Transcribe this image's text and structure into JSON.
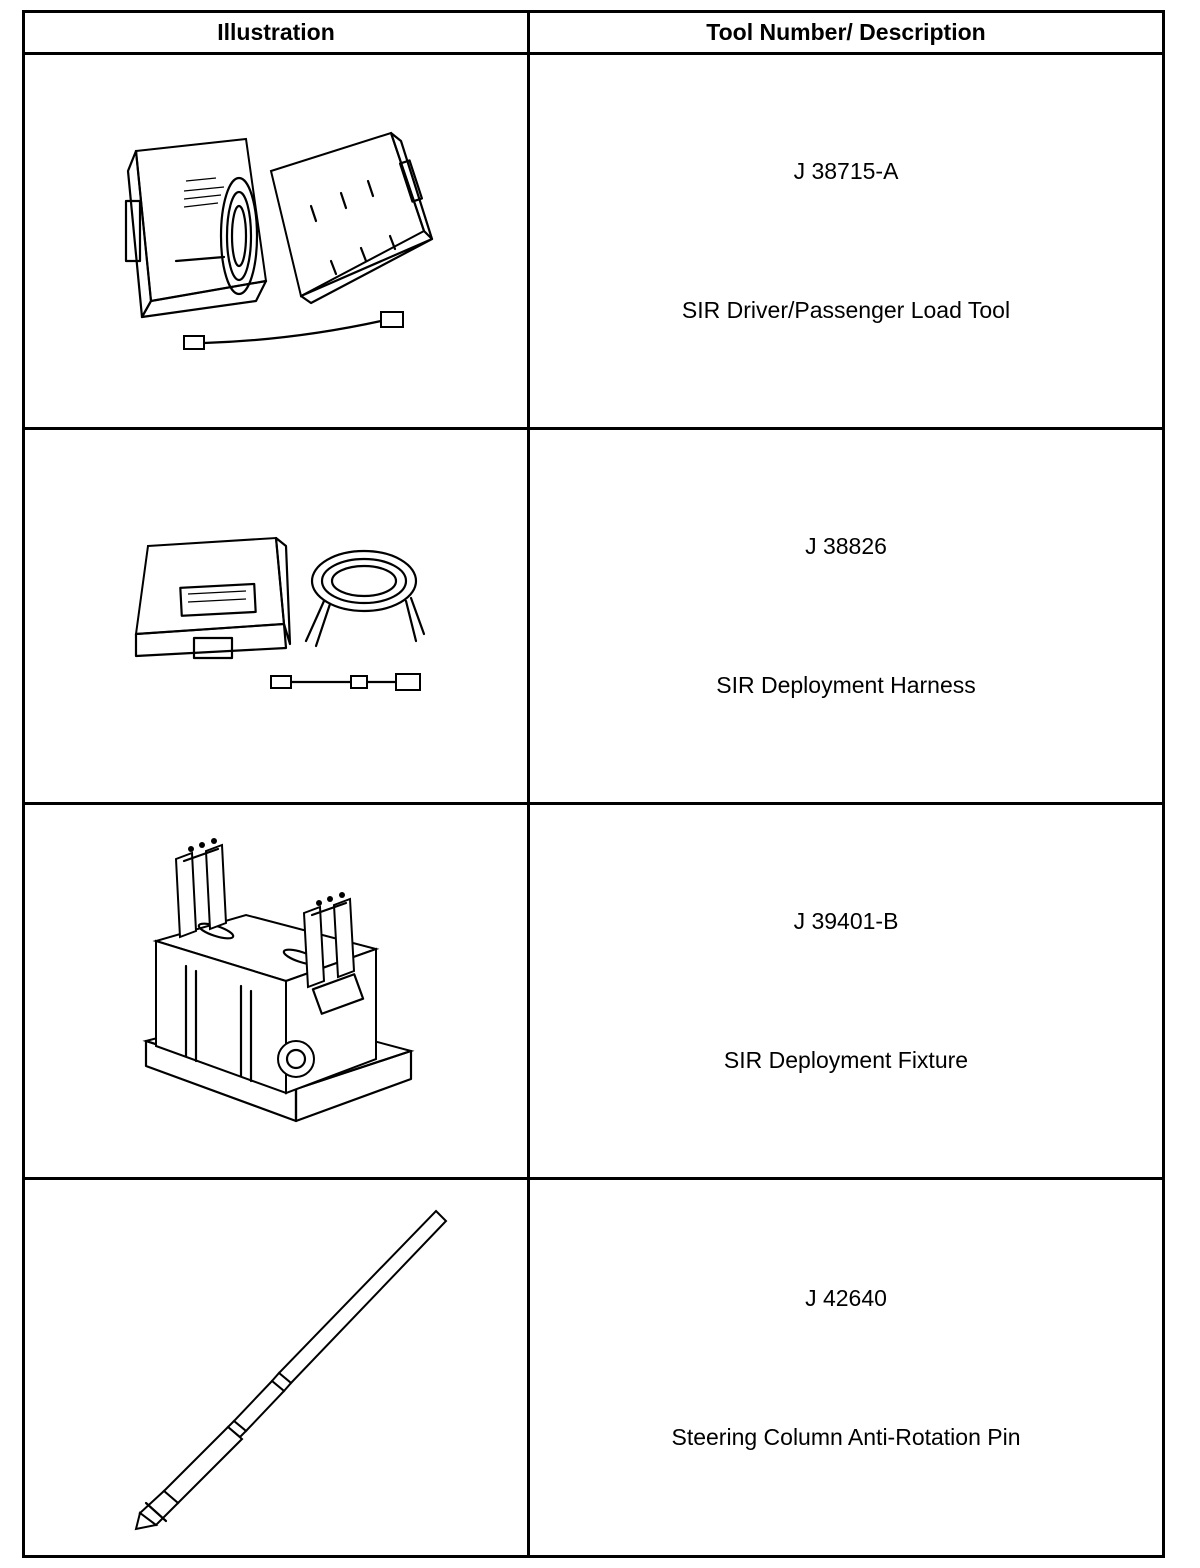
{
  "table": {
    "headers": {
      "illustration": "Illustration",
      "tool": "Tool Number/ Description"
    },
    "rows": [
      {
        "tool_number": "J 38715-A",
        "description": "SIR Driver/Passenger Load Tool",
        "icon": "load-tool-case-icon"
      },
      {
        "tool_number": "J 38826",
        "description": "SIR Deployment Harness",
        "icon": "deployment-harness-icon"
      },
      {
        "tool_number": "J 39401-B",
        "description": "SIR Deployment Fixture",
        "icon": "deployment-fixture-icon"
      },
      {
        "tool_number": "J 42640",
        "description": "Steering Column Anti-Rotation Pin",
        "icon": "anti-rotation-pin-icon"
      }
    ]
  },
  "colors": {
    "ink": "#000000",
    "paper": "#ffffff"
  }
}
